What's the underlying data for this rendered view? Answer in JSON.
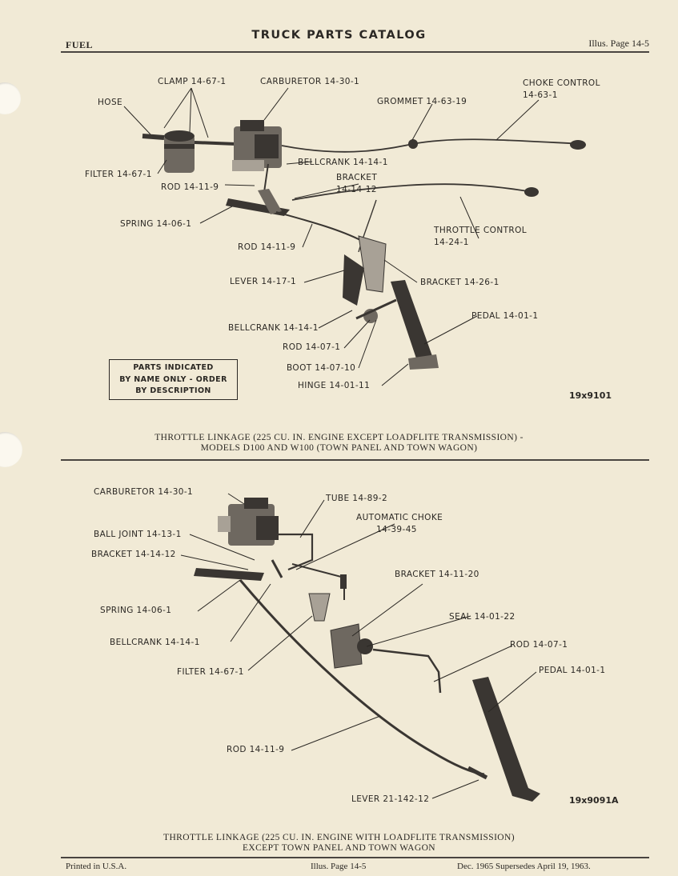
{
  "header": {
    "section": "FUEL",
    "title": "TRUCK PARTS CATALOG",
    "illus_page": "Illus. Page 14-5"
  },
  "figure_1": {
    "labels": {
      "clamp": "CLAMP 14-67-1",
      "carburetor": "CARBURETOR 14-30-1",
      "hose": "HOSE",
      "choke_control_1": "CHOKE CONTROL",
      "choke_control_2": "14-63-1",
      "grommet": "GROMMET 14-63-19",
      "filter": "FILTER 14-67-1",
      "bellcrank_top": "BELLCRANK 14-14-1",
      "bracket_1": "BRACKET",
      "bracket_2": "14-14-12",
      "rod_top": "ROD 14-11-9",
      "spring": "SPRING 14-06-1",
      "throttle_control_1": "THROTTLE CONTROL",
      "throttle_control_2": "14-24-1",
      "rod_mid": "ROD 14-11-9",
      "lever": "LEVER 14-17-1",
      "bracket_26": "BRACKET 14-26-1",
      "pedal": "PEDAL 14-01-1",
      "bellcrank_low": "BELLCRANK 14-14-1",
      "rod_07": "ROD 14-07-1",
      "boot": "BOOT 14-07-10",
      "hinge": "HINGE 14-01-11"
    },
    "notice": [
      "PARTS INDICATED",
      "BY NAME ONLY - ORDER",
      "BY DESCRIPTION"
    ],
    "fig_no": "19x9101",
    "caption_1": "THROTTLE LINKAGE (225 CU. IN. ENGINE EXCEPT LOADFLITE TRANSMISSION) -",
    "caption_2": "MODELS D100 AND W100 (TOWN PANEL AND TOWN WAGON)"
  },
  "figure_2": {
    "labels": {
      "carburetor": "CARBURETOR 14-30-1",
      "tube": "TUBE 14-89-2",
      "auto_choke_1": "AUTOMATIC CHOKE",
      "auto_choke_2": "14-39-45",
      "ball_joint": "BALL JOINT 14-13-1",
      "bracket_12": "BRACKET 14-14-12",
      "bracket_20": "BRACKET 14-11-20",
      "spring": "SPRING 14-06-1",
      "seal": "SEAL 14-01-22",
      "bellcrank": "BELLCRANK 14-14-1",
      "rod_07": "ROD 14-07-1",
      "filter": "FILTER 14-67-1",
      "pedal": "PEDAL 14-01-1",
      "rod_11": "ROD 14-11-9",
      "lever": "LEVER 21-142-12"
    },
    "fig_no": "19x9091A",
    "caption_1": "THROTTLE LINKAGE (225 CU. IN. ENGINE WITH LOADFLITE TRANSMISSION)",
    "caption_2": "EXCEPT TOWN PANEL AND TOWN WAGON"
  },
  "footer": {
    "printed": "Printed in U.S.A.",
    "illus_page": "Illus. Page 14-5",
    "date": "Dec. 1965 Supersedes April 19, 1963."
  }
}
